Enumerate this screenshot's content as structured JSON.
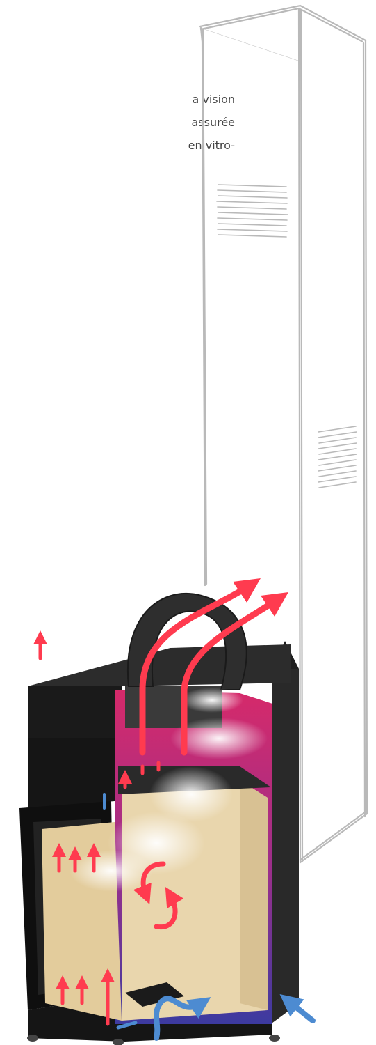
{
  "text": {
    "lines": [
      "a vision",
      "assurée",
      "en vitro-"
    ]
  },
  "illustration": {
    "chimney_icon": "chimney-outline-sketch",
    "stove_icon": "fireplace-insert-cutaway",
    "flue_icon": "flue-pipe",
    "smoke_icon": "smoke-swirl",
    "hot_air_arrow_icon": "red-arrow",
    "cold_air_arrow_icon": "blue-arrow"
  },
  "colors": {
    "text": "#444444",
    "hot_air": "#e8354a",
    "cold_air": "#4d8bd1",
    "firebox_lining": "#e6d2a8",
    "steel": "#222222",
    "insulation": "#c4286a",
    "chimney_sketch": "#b9b9b9"
  }
}
